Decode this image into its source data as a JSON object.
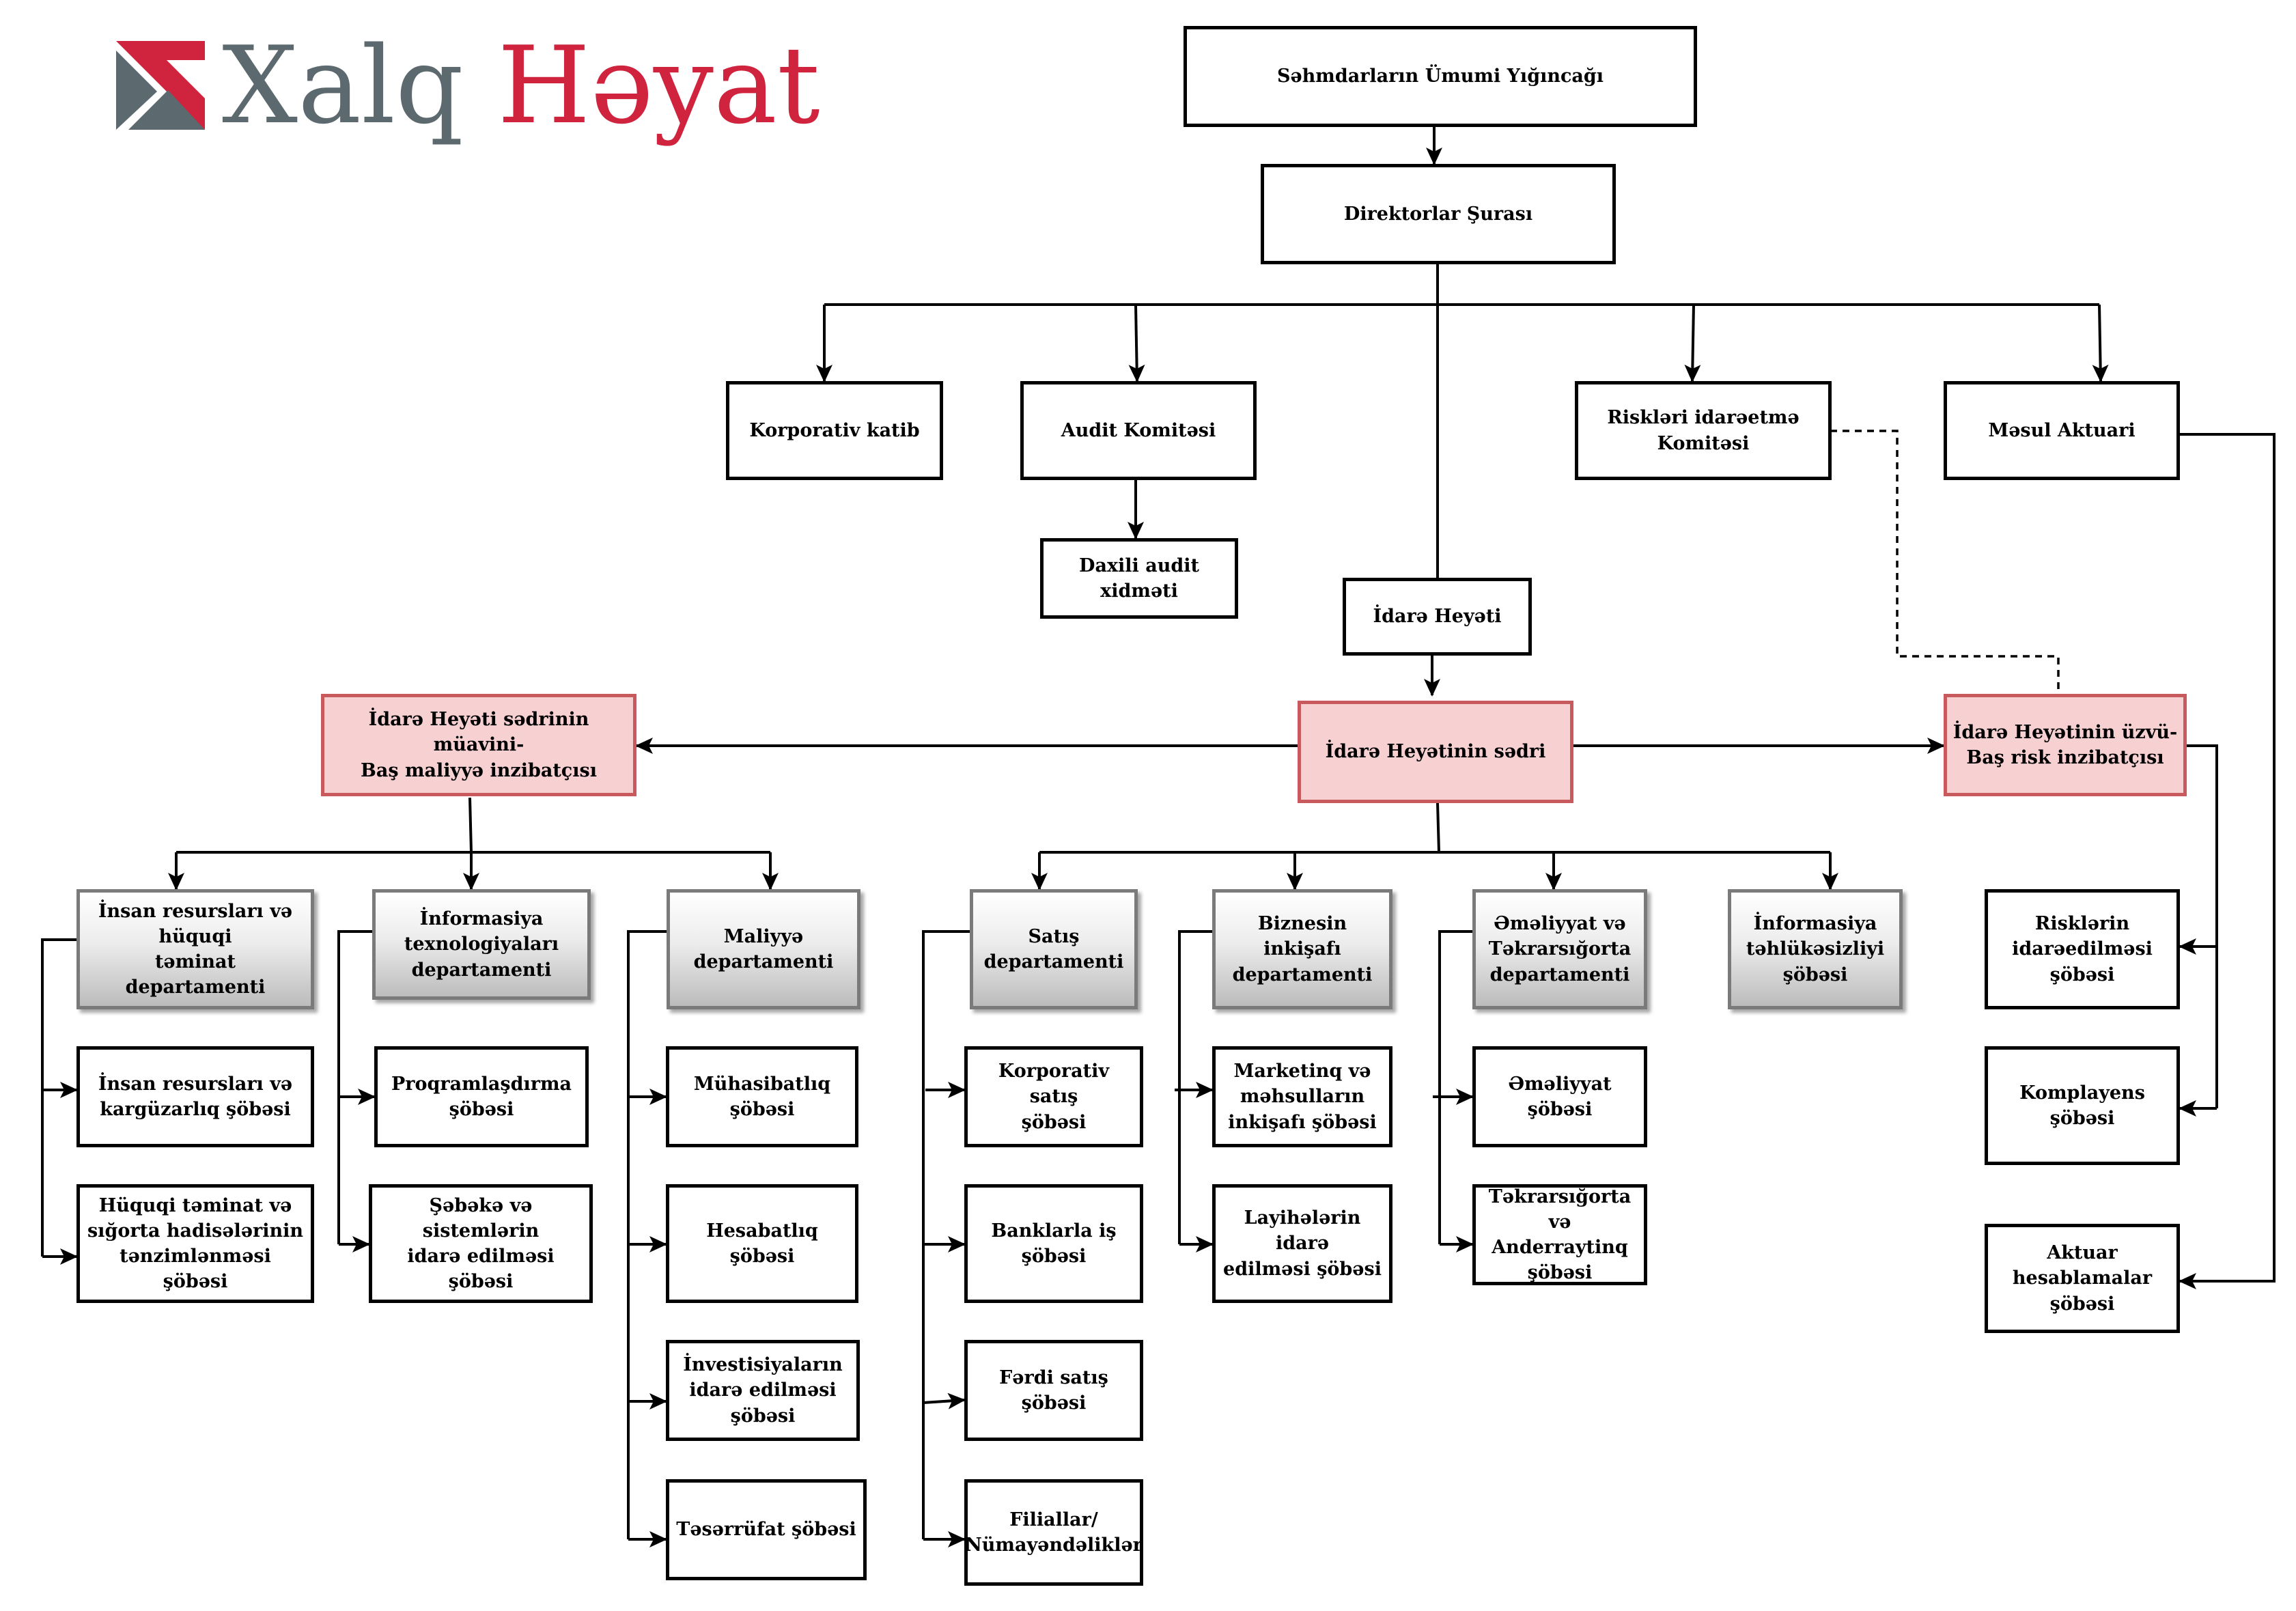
{
  "logo": {
    "word1": "Xalq",
    "word2": "Həyat"
  },
  "top": {
    "shareholders": "Səhmdarların Ümumi Yığıncağı",
    "board_directors": "Direktorlar Şurası",
    "corporate_secretary": "Korporativ katib",
    "audit_committee": "Audit Komitəsi",
    "internal_audit": "Daxili audit xidməti",
    "risk_committee": "Riskləri idarəetmə\nKomitəsi",
    "responsible_actuary": "Məsul Aktuari",
    "management_board": "İdarə Heyəti"
  },
  "executives": {
    "chairman": "İdarə Heyətinin sədri",
    "deputy_cfo": "İdarə Heyəti sədrinin müavini-\nBaş maliyyə inzibatçısı",
    "cro": "İdarə Heyətinin üzvü-\nBaş risk inzibatçısı"
  },
  "departments": {
    "hr_legal": "İnsan resursları və\nhüquqi\ntəminat departamenti",
    "it": "İnformasiya\ntexnologiyaları\ndepartamenti",
    "finance": "Maliyyə\ndepartamenti",
    "sales": "Satış\ndepartamenti",
    "business_dev": "Biznesin inkişafı\ndepartamenti",
    "operations": "Əməliyyat və\nTəkrarsığorta\ndepartamenti",
    "infosec": "İnformasiya\ntəhlükəsizliyi\nşöbəsi"
  },
  "units": {
    "hr_office": "İnsan resursları və\nkargüzarlıq şöbəsi",
    "legal_claims": "Hüquqi təminat və\nsığorta hadisələrinin\ntənzimlənməsi şöbəsi",
    "programming": "Proqramlaşdırma\nşöbəsi",
    "network_systems": "Şəbəkə və sistemlərin\nidarə edilməsi şöbəsi",
    "accounting": "Mühasibatlıq\nşöbəsi",
    "reporting": "Hesabatlıq\nşöbəsi",
    "investments": "İnvestisiyaların\nidarə edilməsi\nşöbəsi",
    "facilities": "Təsərrüfat şöbəsi",
    "corporate_sales": "Korporativ satış\nşöbəsi",
    "bancassurance": "Banklarla iş\nşöbəsi",
    "retail_sales": "Fərdi satış\nşöbəsi",
    "branches": "Filiallar/\nNümayəndəliklər",
    "marketing": "Marketinq və\nməhsulların\ninkişafı şöbəsi",
    "projects": "Layihələrin idarə\nedilməsi şöbəsi",
    "operations_unit": "Əməliyyat şöbəsi",
    "reinsurance_underwriting": "Təkrarsığorta və\nAnderraytinq\nşöbəsi",
    "risk_management": "Risklərin\nidarəedilməsi\nşöbəsi",
    "compliance": "Komplayens\nşöbəsi",
    "actuarial": "Aktuar\nhesablamalar\nşöbəsi"
  },
  "colors": {
    "logo_grey": "#5c6a70",
    "logo_red": "#d0243e",
    "executive_fill": "#f7d0d2",
    "executive_border": "#c85a5e",
    "department_border": "#7a7a7a"
  }
}
